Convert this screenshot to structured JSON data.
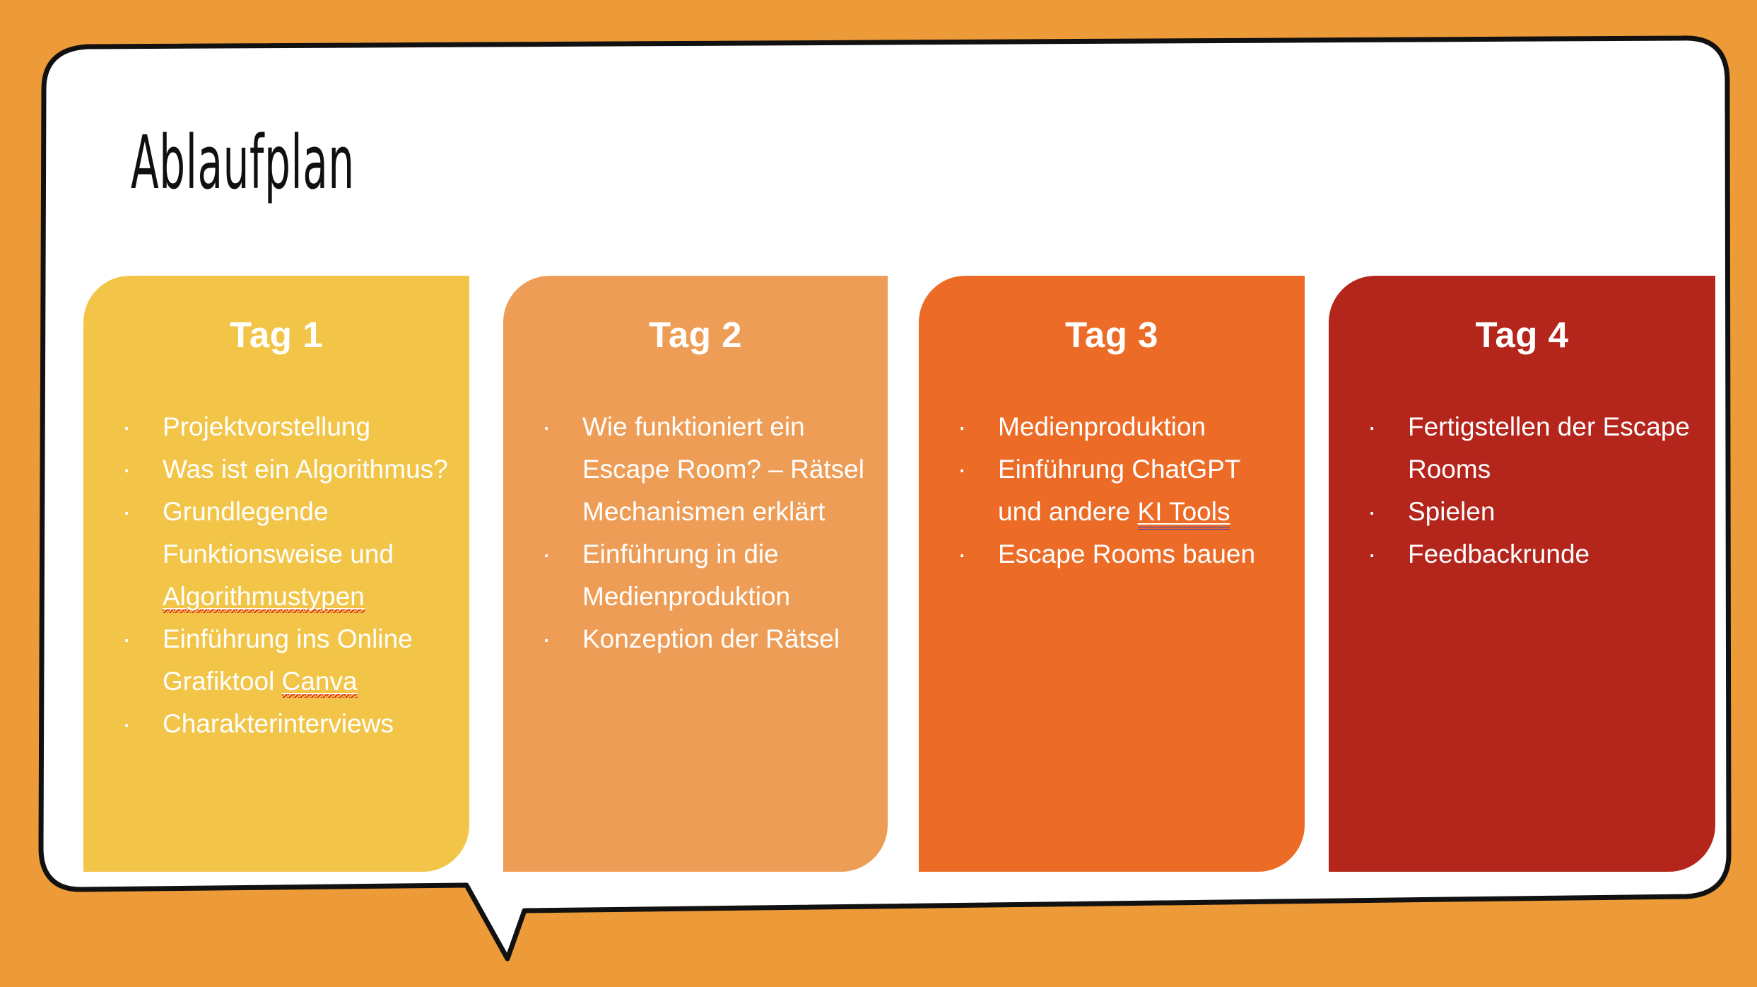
{
  "slide": {
    "title": "Ablaufplan",
    "background_color": "#ED9A38",
    "panel_color": "#FFFFFF",
    "panel_outline_color": "#111111",
    "shape": "speech-bubble"
  },
  "cards": [
    {
      "title": "Tag 1",
      "color": "#F2C548",
      "bullet_glyph": "·",
      "items": [
        {
          "parts": [
            {
              "text": "Projektvorstellung",
              "style": "plain"
            }
          ]
        },
        {
          "parts": [
            {
              "text": "Was ist ein Algorithmus?",
              "style": "plain"
            }
          ]
        },
        {
          "parts": [
            {
              "text": "Grundlegende Funktionsweise und ",
              "style": "plain"
            },
            {
              "text": "Algorithmustypen",
              "style": "spellcheck"
            }
          ]
        },
        {
          "parts": [
            {
              "text": "Einführung ins Online Grafiktool ",
              "style": "plain"
            },
            {
              "text": "Canva",
              "style": "spellcheck"
            }
          ]
        },
        {
          "parts": [
            {
              "text": "Charakterinterviews",
              "style": "plain"
            }
          ]
        }
      ]
    },
    {
      "title": "Tag 2",
      "color": "#EE9D56",
      "bullet_glyph": "·",
      "items": [
        {
          "parts": [
            {
              "text": "Wie funktioniert ein Escape Room? – Rätsel Mechanismen erklärt",
              "style": "plain"
            }
          ]
        },
        {
          "parts": [
            {
              "text": "Einführung in die Medienproduktion",
              "style": "plain"
            }
          ]
        },
        {
          "parts": [
            {
              "text": "Konzeption der Rätsel",
              "style": "plain"
            }
          ]
        }
      ]
    },
    {
      "title": "Tag 3",
      "color": "#EC6C27",
      "bullet_glyph": "·",
      "items": [
        {
          "parts": [
            {
              "text": "Medienproduktion",
              "style": "plain"
            }
          ]
        },
        {
          "parts": [
            {
              "text": "Einführung ChatGPT und andere ",
              "style": "plain"
            },
            {
              "text": "KI Tools",
              "style": "hyperlink"
            }
          ]
        },
        {
          "parts": [
            {
              "text": "Escape Rooms bauen",
              "style": "plain"
            }
          ]
        }
      ]
    },
    {
      "title": "Tag 4",
      "color": "#B4251C",
      "bullet_glyph": "·",
      "items": [
        {
          "parts": [
            {
              "text": "Fertigstellen der Escape Rooms",
              "style": "plain"
            }
          ]
        },
        {
          "parts": [
            {
              "text": "Spielen",
              "style": "plain"
            }
          ]
        },
        {
          "parts": [
            {
              "text": "Feedbackrunde",
              "style": "plain"
            }
          ]
        }
      ]
    }
  ]
}
